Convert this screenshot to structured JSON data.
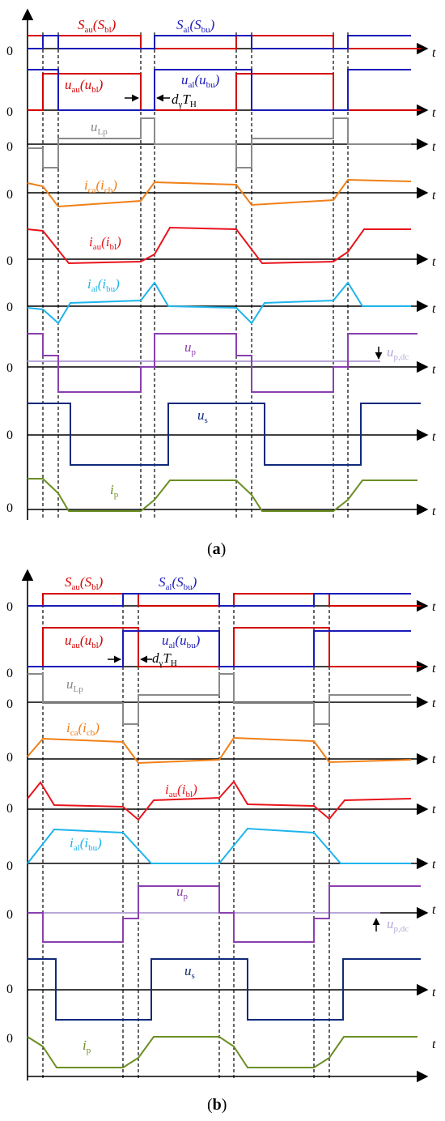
{
  "colors": {
    "switch_upper": "#d40000",
    "switch_lower": "#1a1ab8",
    "inductor_voltage": "#8a8a8a",
    "capacitor_current": "#f07f16",
    "upper_current": "#e8141c",
    "lower_current": "#1eb4ec",
    "primary_voltage": "#8a3fb0",
    "primary_dc": "#b8a8d8",
    "secondary_voltage": "#102a7a",
    "primary_current": "#6b8e23"
  },
  "axis_labels": {
    "zero": "0",
    "time": "t",
    "dead_time_main": "d",
    "dead_time_sub": "γ",
    "period_main": "T",
    "period_sub": "H"
  },
  "panels": [
    {
      "caption_open": "(",
      "caption_letter": "a",
      "caption_close": ")",
      "labels": {
        "s_au": "S",
        "s_au_sub": "au",
        "s_bl": "S",
        "s_bl_sub": "bl",
        "s_al": "S",
        "s_al_sub": "al",
        "s_bu": "S",
        "s_bu_sub": "bu",
        "u_au": "u",
        "u_au_sub": "au",
        "u_bl": "u",
        "u_bl_sub": "bl",
        "u_al": "u",
        "u_al_sub": "al",
        "u_bu": "u",
        "u_bu_sub": "bu",
        "u_lp": "u",
        "u_lp_sub": "Lp",
        "i_ca": "i",
        "i_ca_sub": "ca",
        "i_cb": "i",
        "i_cb_sub": "cb",
        "i_au": "i",
        "i_au_sub": "au",
        "i_bl": "i",
        "i_bl_sub": "bl",
        "i_al": "i",
        "i_al_sub": "al",
        "i_bu": "i",
        "i_bu_sub": "bu",
        "u_p": "u",
        "u_p_sub": "p",
        "u_pdc": "u",
        "u_pdc_sub": "p,dc",
        "u_s": "u",
        "u_s_sub": "s",
        "i_p": "i",
        "i_p_sub": "p"
      }
    },
    {
      "caption_open": "(",
      "caption_letter": "b",
      "caption_close": ")",
      "labels": {
        "s_au": "S",
        "s_au_sub": "au",
        "s_bl": "S",
        "s_bl_sub": "bl",
        "s_al": "S",
        "s_al_sub": "al",
        "s_bu": "S",
        "s_bu_sub": "bu",
        "u_au": "u",
        "u_au_sub": "au",
        "u_bl": "u",
        "u_bl_sub": "bl",
        "u_al": "u",
        "u_al_sub": "al",
        "u_bu": "u",
        "u_bu_sub": "bu",
        "u_lp": "u",
        "u_lp_sub": "Lp",
        "i_ca": "i",
        "i_ca_sub": "ca",
        "i_cb": "i",
        "i_cb_sub": "cb",
        "i_au": "i",
        "i_au_sub": "au",
        "i_bl": "i",
        "i_bl_sub": "bl",
        "i_al": "i",
        "i_al_sub": "al",
        "i_bu": "i",
        "i_bu_sub": "bu",
        "u_p": "u",
        "u_p_sub": "p",
        "u_pdc": "u",
        "u_pdc_sub": "p,dc",
        "u_s": "u",
        "u_s_sub": "s",
        "i_p": "i",
        "i_p_sub": "p"
      }
    }
  ]
}
